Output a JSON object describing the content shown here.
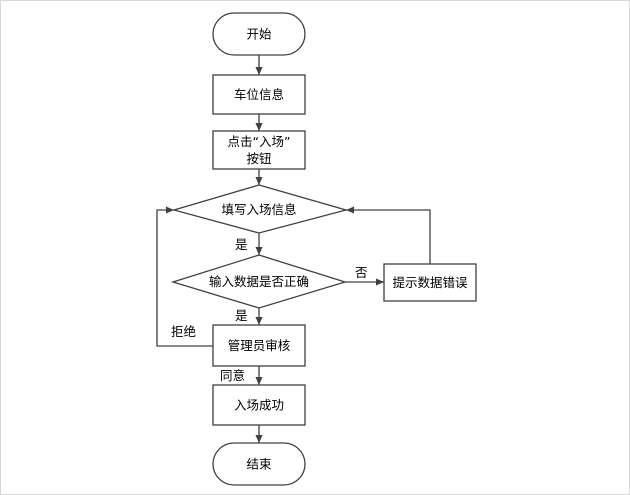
{
  "colors": {
    "stroke": "#404040",
    "text": "#000000",
    "background": "#ffffff",
    "frame": "#d8d8d8"
  },
  "nodes": {
    "start": "开始",
    "parking_info": "车位信息",
    "click_enter_line1": "点击“入场”",
    "click_enter_line2": "按钮",
    "fill_info": "填写入场信息",
    "validate": "输入数据是否正确",
    "error_prompt": "提示数据错误",
    "admin_review": "管理员审核",
    "entry_success": "入场成功",
    "end": "结束"
  },
  "edge_labels": {
    "yes_after_fill": "是",
    "no_invalid": "否",
    "yes_valid": "是",
    "reject": "拒绝",
    "approve": "同意"
  }
}
